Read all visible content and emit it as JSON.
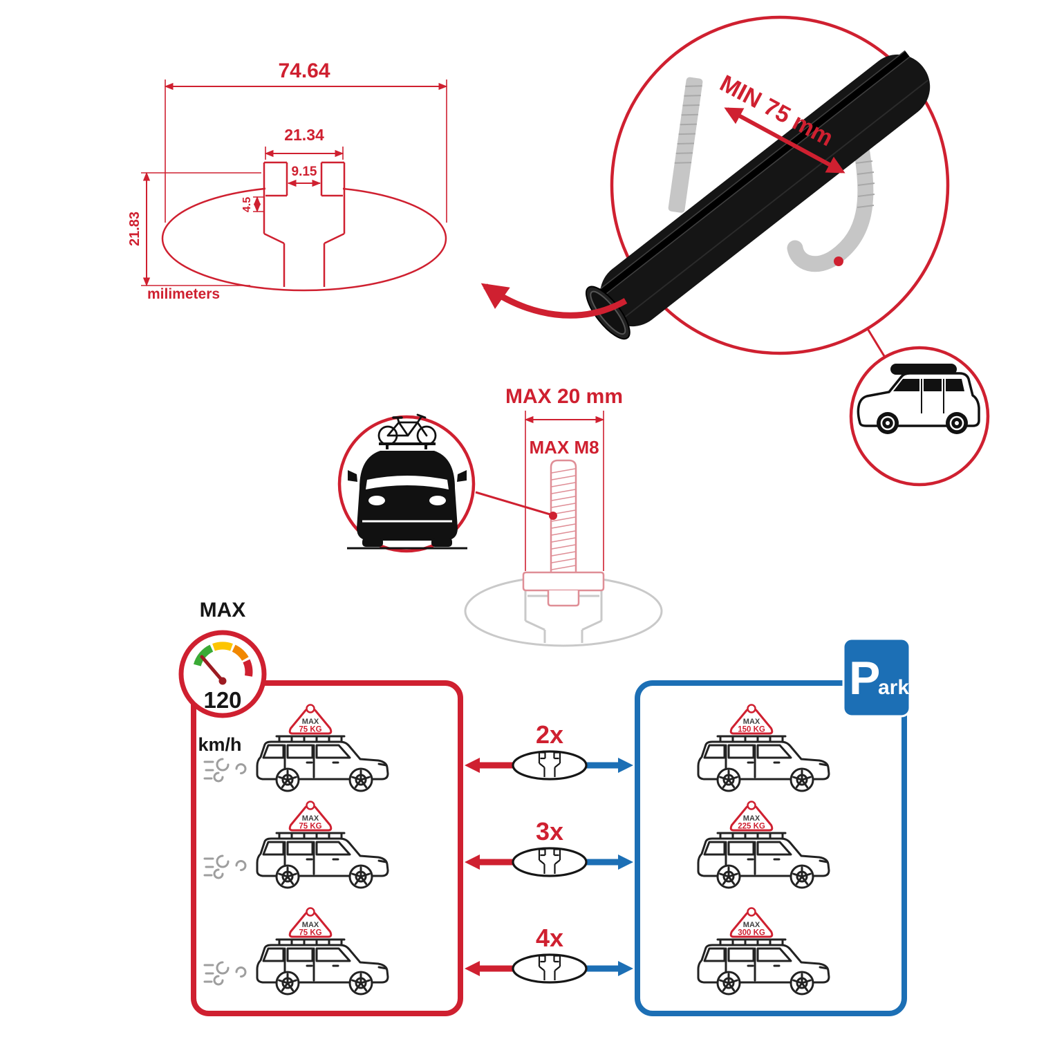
{
  "colors": {
    "red": "#cf2030",
    "blue": "#1c6fb5",
    "black": "#161616",
    "grey": "#c6c6c6",
    "bolt_pink": "#df8e96"
  },
  "profile_dimensions": {
    "total_width": "74.64",
    "channel_width": "21.34",
    "slot_width": "9.15",
    "lip_depth": "4.5",
    "total_height": "21.83",
    "units": "milimeters"
  },
  "crossbar": {
    "min_span": "MIN 75 mm"
  },
  "bolt": {
    "max_width": "MAX 20 mm",
    "max_thread": "MAX M8"
  },
  "speed_limit": {
    "label": "MAX",
    "value": "120",
    "units": "km/h"
  },
  "park_sign": {
    "letter": "P",
    "suffix": "ark"
  },
  "crossbar_options": {
    "rows": [
      {
        "count": "2x"
      },
      {
        "count": "3x"
      },
      {
        "count": "4x"
      }
    ]
  },
  "driving_panel": {
    "cars": [
      {
        "tag_label": "MAX",
        "tag_value": "75 KG"
      },
      {
        "tag_label": "MAX",
        "tag_value": "75 KG"
      },
      {
        "tag_label": "MAX",
        "tag_value": "75 KG"
      }
    ]
  },
  "parked_panel": {
    "cars": [
      {
        "tag_label": "MAX",
        "tag_value": "150 KG"
      },
      {
        "tag_label": "MAX",
        "tag_value": "225 KG"
      },
      {
        "tag_label": "MAX",
        "tag_value": "300 KG"
      }
    ]
  }
}
